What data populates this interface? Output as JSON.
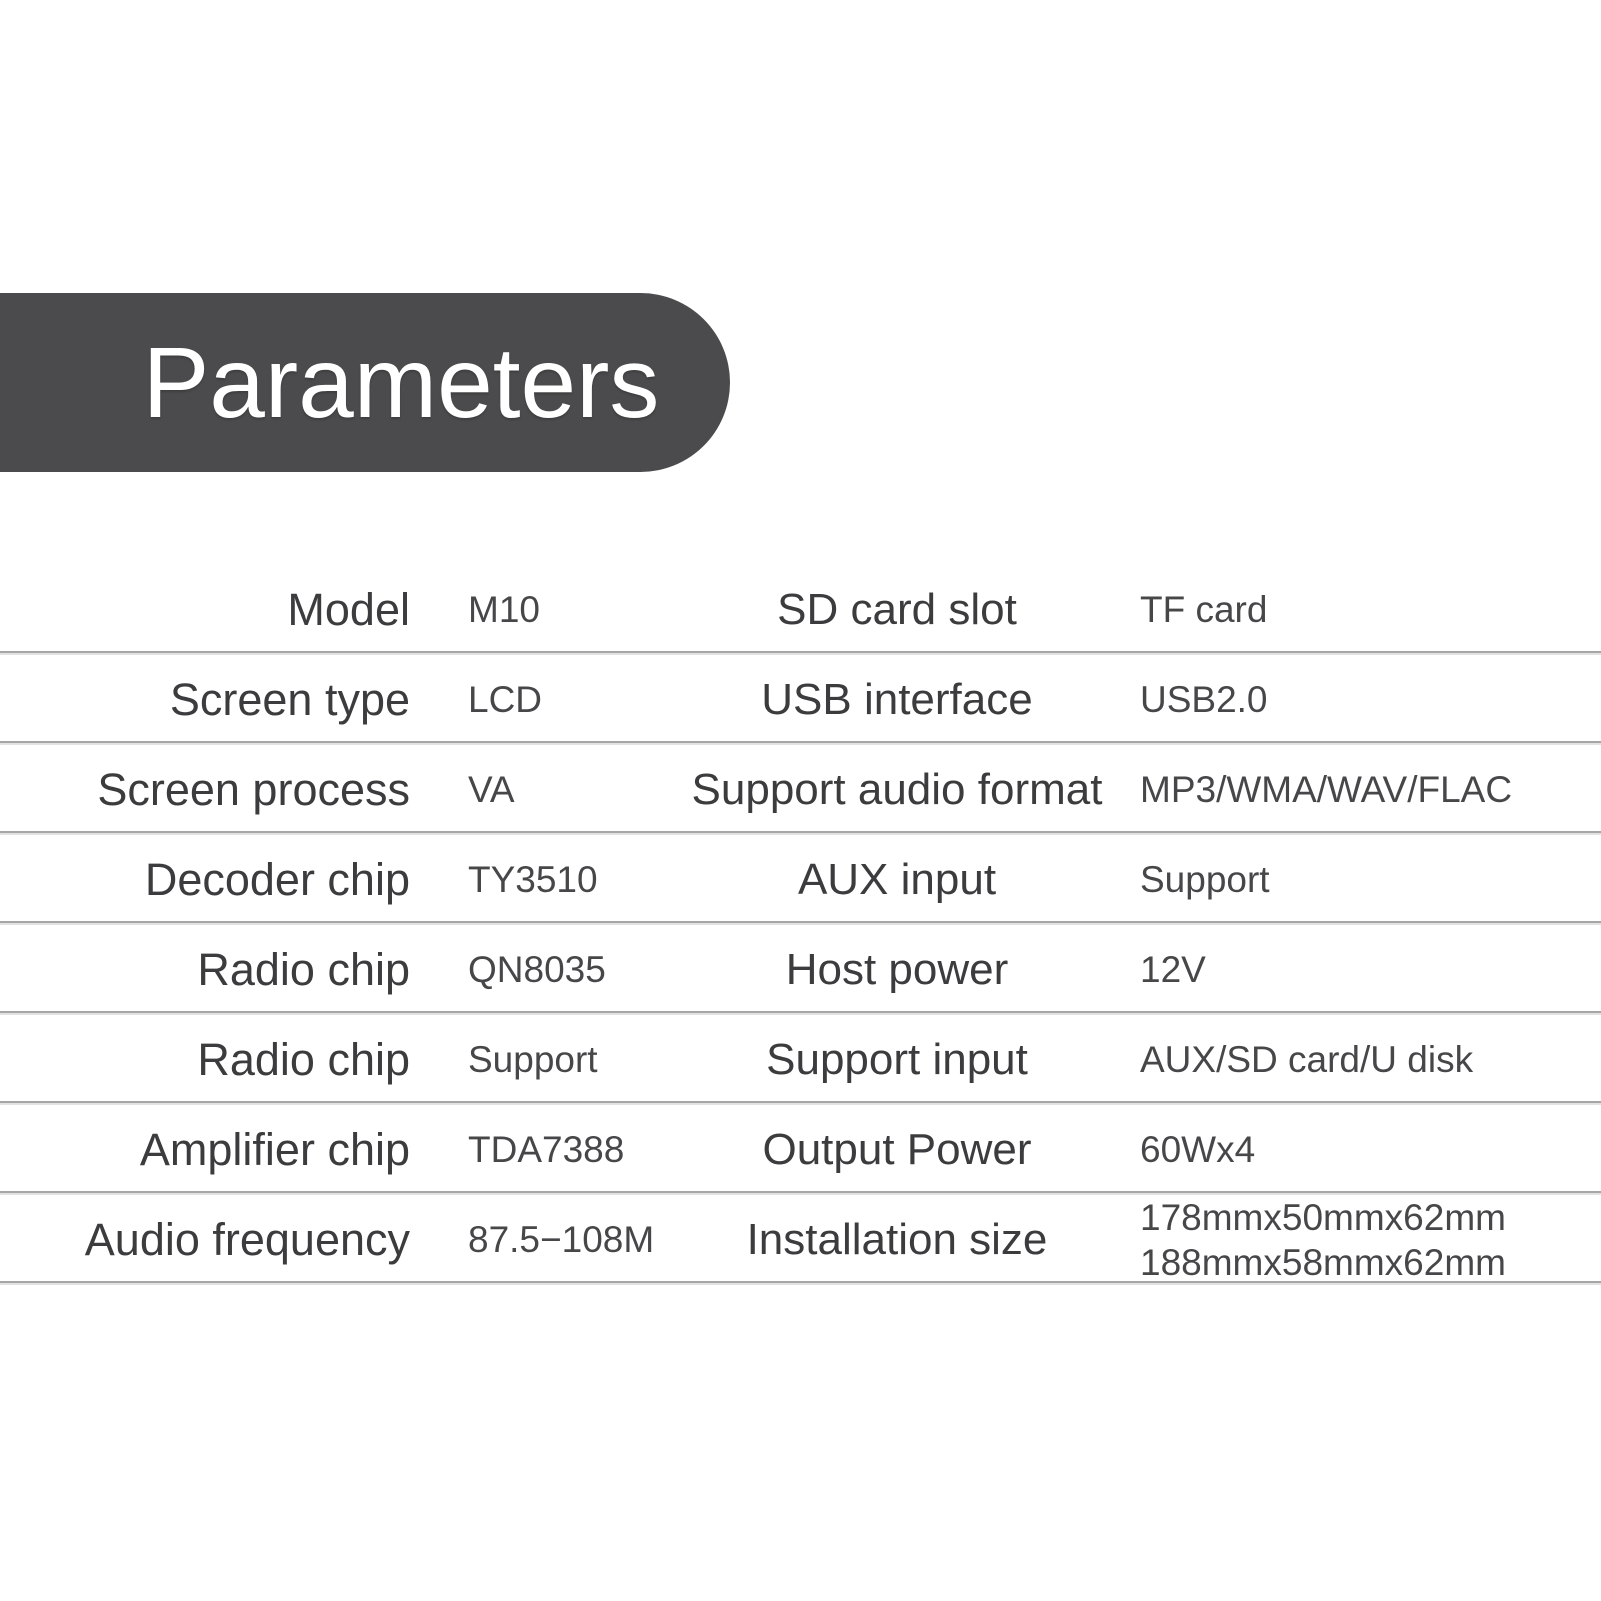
{
  "title": "Parameters",
  "colors": {
    "pill_bg": "#4b4b4d",
    "pill_text": "#ffffff",
    "label_text": "#3c3c3e",
    "value_text": "#47474a",
    "separator": "#a6a6a6",
    "page_bg": "#ffffff"
  },
  "table": {
    "rows": [
      {
        "label1": "Model",
        "value1": "M10",
        "label2": "SD card slot",
        "value2": "TF card"
      },
      {
        "label1": "Screen type",
        "value1": "LCD",
        "label2": "USB interface",
        "value2": "USB2.0"
      },
      {
        "label1": "Screen process",
        "value1": "VA",
        "label2": "Support audio format",
        "value2": "MP3/WMA/WAV/FLAC"
      },
      {
        "label1": "Decoder chip",
        "value1": "TY3510",
        "label2": "AUX input",
        "value2": "Support"
      },
      {
        "label1": "Radio chip",
        "value1": "QN8035",
        "label2": "Host power",
        "value2": "12V"
      },
      {
        "label1": "Radio chip",
        "value1": "Support",
        "label2": "Support input",
        "value2": "AUX/SD card/U disk"
      },
      {
        "label1": "Amplifier chip",
        "value1": "TDA7388",
        "label2": "Output Power",
        "value2": "60Wx4"
      },
      {
        "label1": "Audio frequency",
        "value1": "87.5−108M",
        "label2": "Installation size",
        "value2": "178mmx50mmx62mm\n188mmx58mmx62mm"
      }
    ]
  }
}
